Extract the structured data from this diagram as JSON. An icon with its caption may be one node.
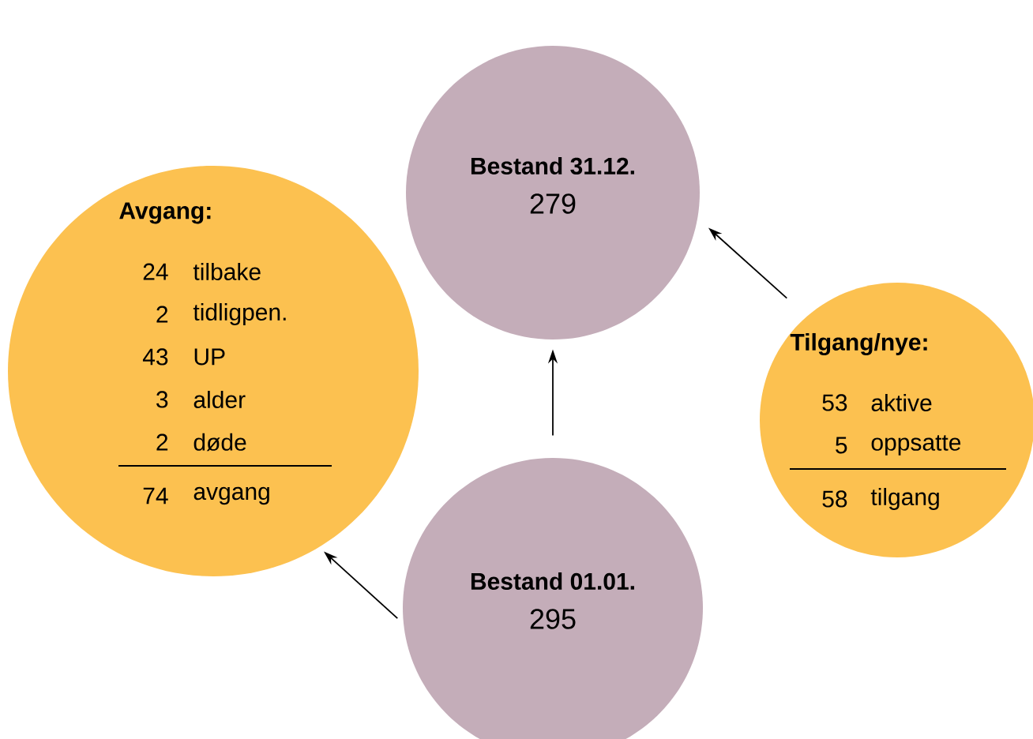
{
  "diagram": {
    "nodes": [
      {
        "text": [
          "Bestand 31.12.",
          "279"
        ]
      },
      {
        "text": [
          "Avgang:",
          "24",
          "tilbake",
          "2",
          "tidligpen.",
          "43",
          "UP",
          "3",
          "alder",
          "2",
          "døde",
          "74",
          "avgang"
        ]
      },
      {
        "text": [
          "Tilgang/nye:",
          "53",
          "aktive",
          "5",
          "oppsatte",
          "58",
          "tilgang"
        ]
      },
      {
        "text": [
          "Bestand 01.01.",
          "295"
        ]
      }
    ],
    "edges": [
      {
        "from": 3,
        "to": 0,
        "arrow": "to"
      },
      {
        "from": 2,
        "to": 0,
        "arrow": "to"
      },
      {
        "from": 3,
        "to": 1,
        "arrow": "to"
      }
    ]
  }
}
